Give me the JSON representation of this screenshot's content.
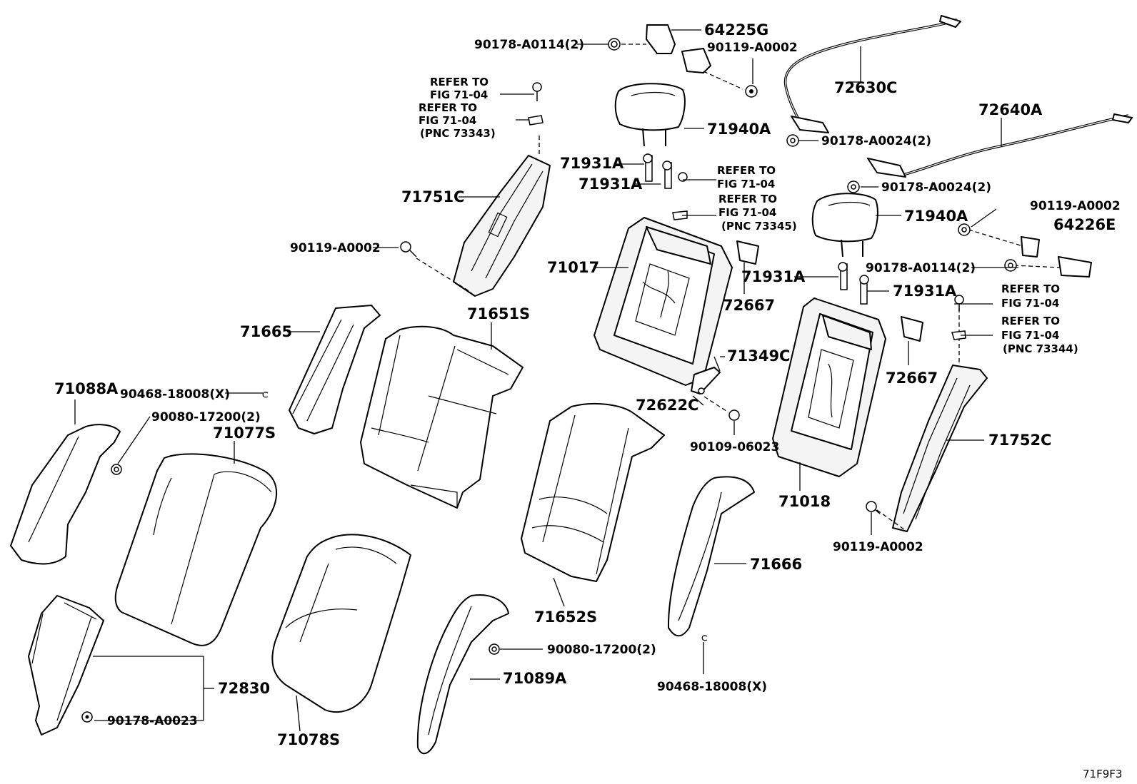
{
  "callouts": {
    "c64225G": "64225G",
    "c90178_A0114_top": "90178-A0114(2)",
    "c90119_A0002_top": "90119-A0002",
    "c72630C": "72630C",
    "c72640A": "72640A",
    "c90178_A0024_a": "90178-A0024(2)",
    "c90178_A0024_b": "90178-A0024(2)",
    "c71940A_a": "71940A",
    "c71940A_b": "71940A",
    "c71931A_a": "71931A",
    "c71931A_b": "71931A",
    "c71931A_c": "71931A",
    "c71931A_d": "71931A",
    "c71751C": "71751C",
    "c90119_A0002_left": "90119-A0002",
    "c71017": "71017",
    "c72667_a": "72667",
    "c72667_b": "72667",
    "c71665": "71665",
    "c71651S": "71651S",
    "c71349C": "71349C",
    "c72622C": "72622C",
    "c90109_06023": "90109-06023",
    "c71088A": "71088A",
    "c90468_18008_a": "90468-18008(X)",
    "c90468_18008_b": "90468-18008(X)",
    "c90080_17200_a": "90080-17200(2)",
    "c90080_17200_b": "90080-17200(2)",
    "c71077S": "71077S",
    "c71018": "71018",
    "c90119_A0002_right": "90119-A0002",
    "c64226E": "64226E",
    "c90178_A0114_right": "90178-A0114(2)",
    "c71752C": "71752C",
    "c90119_A0002_bottomright": "90119-A0002",
    "c71652S": "71652S",
    "c71666": "71666",
    "c72830": "72830",
    "c90178_A0023": "90178-A0023",
    "c71089A": "71089A",
    "c71078S": "71078S",
    "diagram_code": "71F9F3"
  },
  "refs": {
    "r1_a": "REFER TO",
    "r1_b": "FIG 71-04",
    "r2_a": "REFER TO",
    "r2_b": "FIG 71-04",
    "r2_c": "(PNC 73343)",
    "r3_a": "REFER TO",
    "r3_b": "FIG 71-04",
    "r4_a": "REFER TO",
    "r4_b": "FIG 71-04",
    "r4_c": "(PNC 73345)",
    "r5_a": "REFER TO",
    "r5_b": "FIG 71-04",
    "r6_a": "REFER TO",
    "r6_b": "FIG 71-04",
    "r6_c": "(PNC 73344)"
  }
}
